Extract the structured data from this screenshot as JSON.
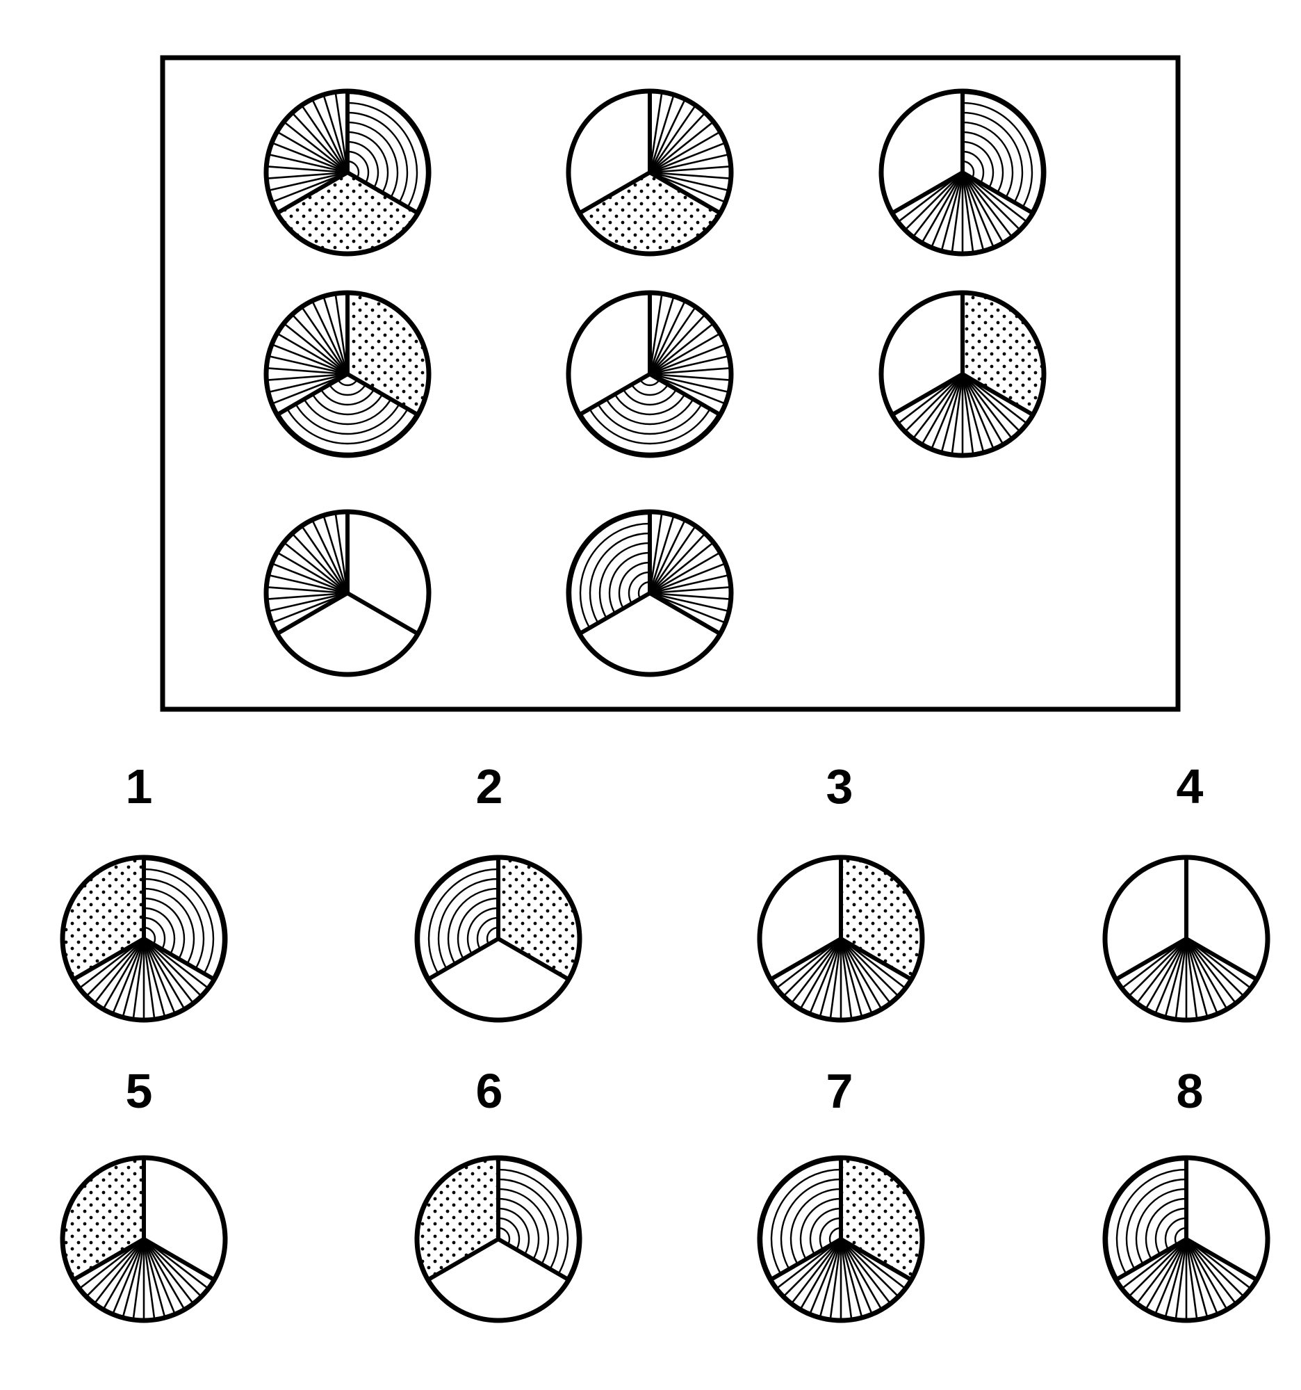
{
  "matrix": {
    "cells": [
      {
        "sectors": [
          "arcs",
          "dots",
          "radial"
        ]
      },
      {
        "sectors": [
          "radial",
          "dots",
          "blank"
        ]
      },
      {
        "sectors": [
          "arcs",
          "fan",
          "blank"
        ]
      },
      {
        "sectors": [
          "dots",
          "arcs",
          "radial"
        ]
      },
      {
        "sectors": [
          "radial",
          "arcs",
          "blank"
        ]
      },
      {
        "sectors": [
          "dots",
          "fan",
          "blank"
        ]
      },
      {
        "sectors": [
          "blank",
          "blank",
          "radial"
        ]
      },
      {
        "sectors": [
          "radial",
          "blank",
          "arcs"
        ]
      }
    ],
    "missing_cell": 9
  },
  "options": [
    {
      "label": "1",
      "sectors": [
        "arcs",
        "fan",
        "dots"
      ]
    },
    {
      "label": "2",
      "sectors": [
        "dots",
        "blank",
        "arcs"
      ]
    },
    {
      "label": "3",
      "sectors": [
        "dots",
        "fan",
        "blank"
      ]
    },
    {
      "label": "4",
      "sectors": [
        "blank",
        "fan",
        "blank"
      ]
    },
    {
      "label": "5",
      "sectors": [
        "blank",
        "fan",
        "dots"
      ]
    },
    {
      "label": "6",
      "sectors": [
        "arcs",
        "blank",
        "dots"
      ]
    },
    {
      "label": "7",
      "sectors": [
        "dots",
        "fan",
        "arcs"
      ]
    },
    {
      "label": "8",
      "sectors": [
        "blank",
        "fan",
        "arcs"
      ]
    }
  ],
  "colors": {
    "ink": "#000000",
    "paper": "#ffffff"
  }
}
